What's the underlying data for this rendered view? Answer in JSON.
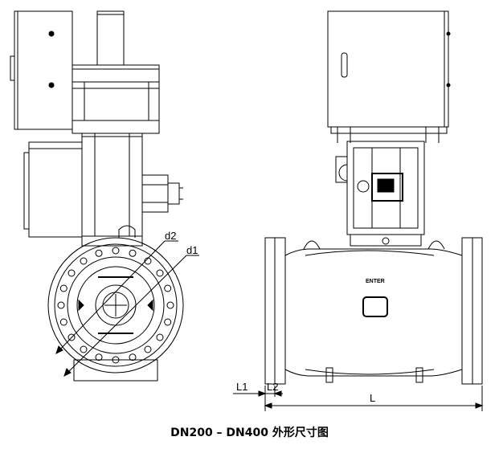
{
  "caption": "DN200 – DN400 外形尺寸图",
  "dimensions": {
    "d1": "d1",
    "d2": "d2",
    "L1": "L1",
    "L2": "L2",
    "L": "L"
  },
  "brand": "ENTER",
  "colors": {
    "line": "#000000",
    "background": "#ffffff"
  }
}
